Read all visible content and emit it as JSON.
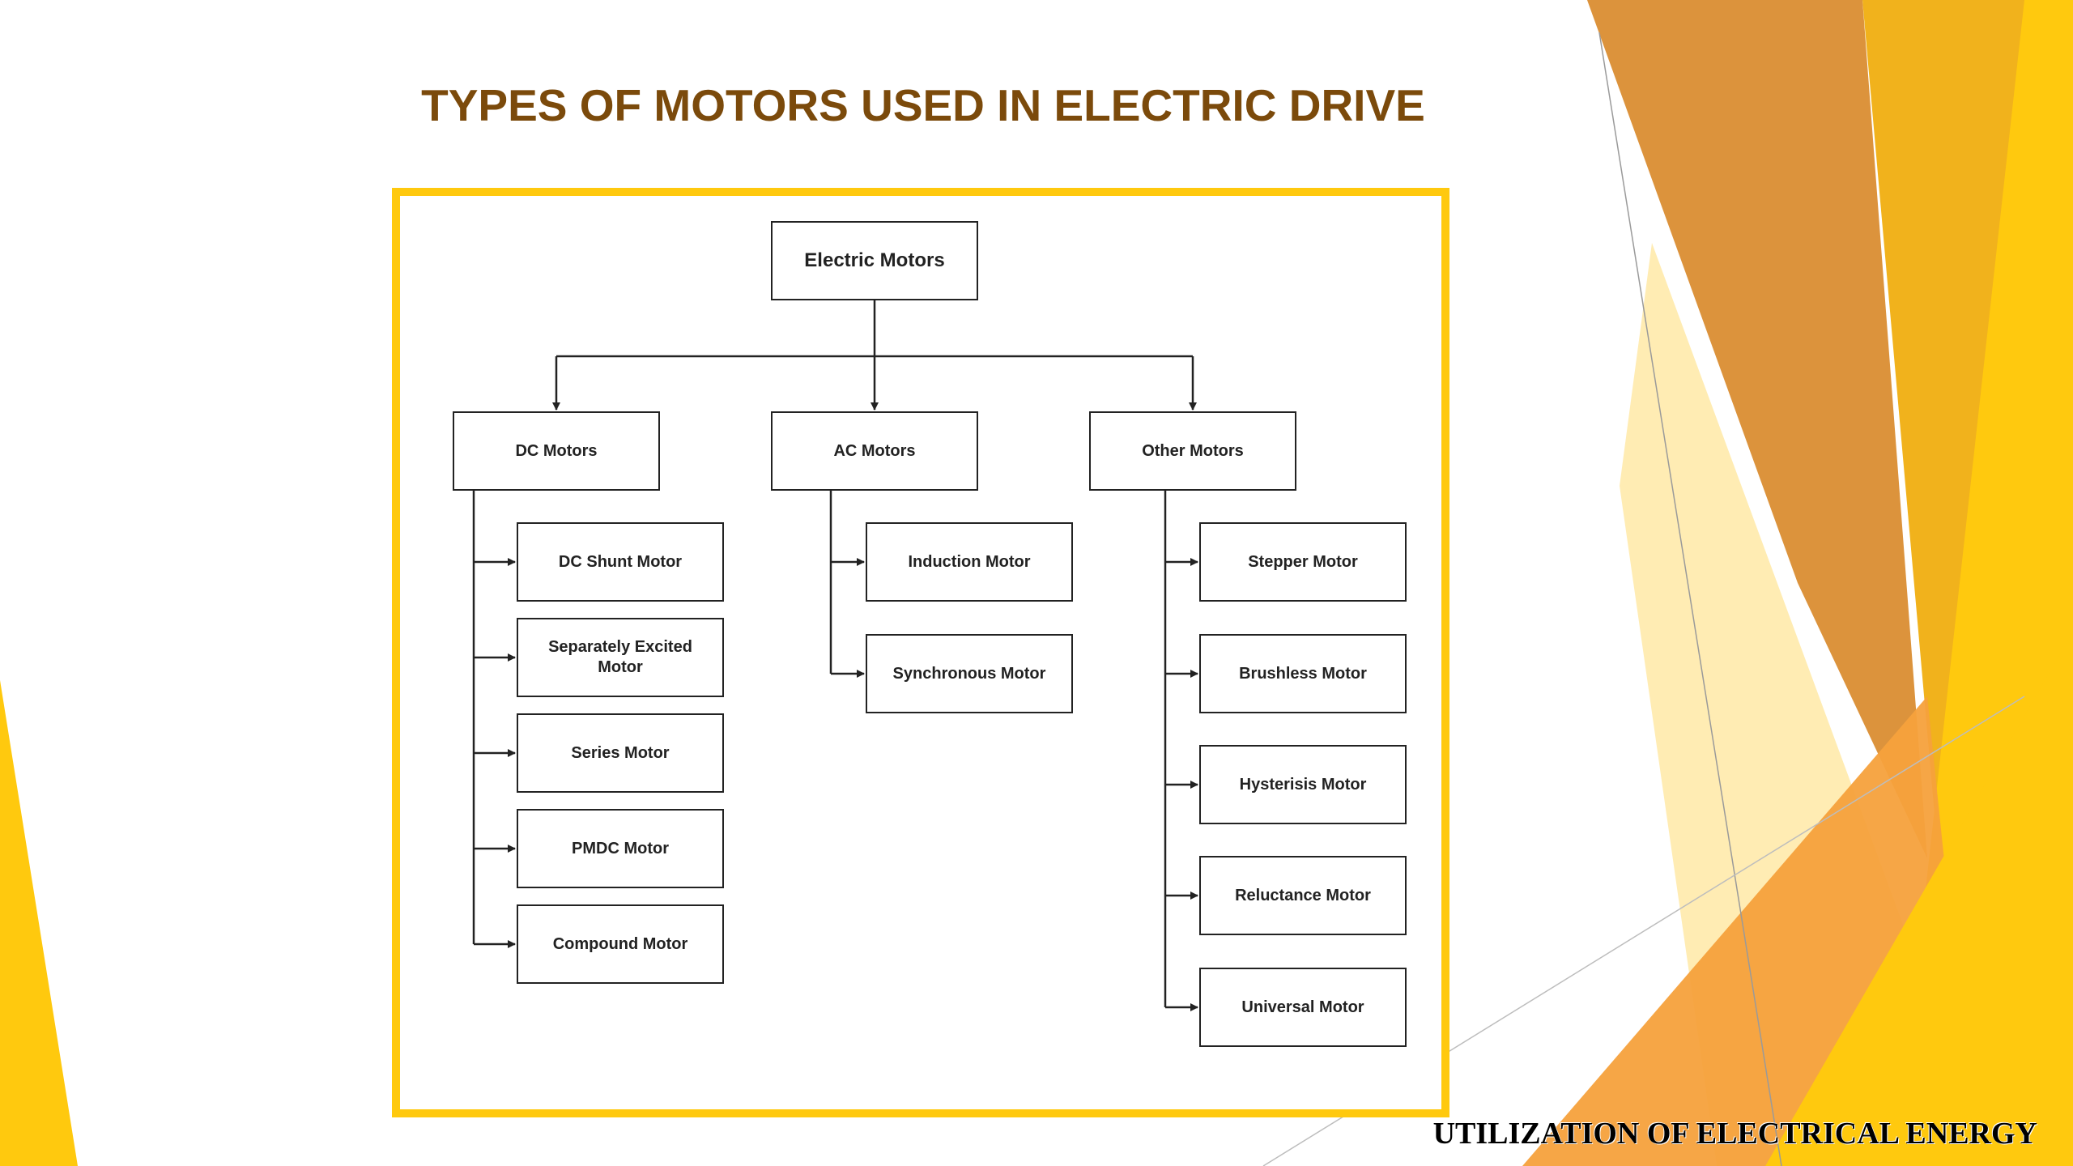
{
  "slide": {
    "title": "TYPES OF MOTORS USED IN ELECTRIC DRIVE",
    "footer": "UTILIZATION OF ELECTRICAL ENERGY"
  },
  "colors": {
    "title": "#7b4a0b",
    "frame": "#ffc90e",
    "accent_orange": "#d98a2b",
    "accent_yellow": "#ffc90e",
    "accent_light": "#ffe7a0"
  },
  "diagram": {
    "root": "Electric Motors",
    "categories": [
      {
        "label": "DC Motors",
        "children": [
          "DC Shunt Motor",
          "Separately Excited Motor",
          "Series Motor",
          "PMDC Motor",
          "Compound Motor"
        ]
      },
      {
        "label": "AC Motors",
        "children": [
          "Induction Motor",
          "Synchronous Motor"
        ]
      },
      {
        "label": "Other Motors",
        "children": [
          "Stepper Motor",
          "Brushless Motor",
          "Hysterisis Motor",
          "Reluctance Motor",
          "Universal Motor"
        ]
      }
    ]
  }
}
